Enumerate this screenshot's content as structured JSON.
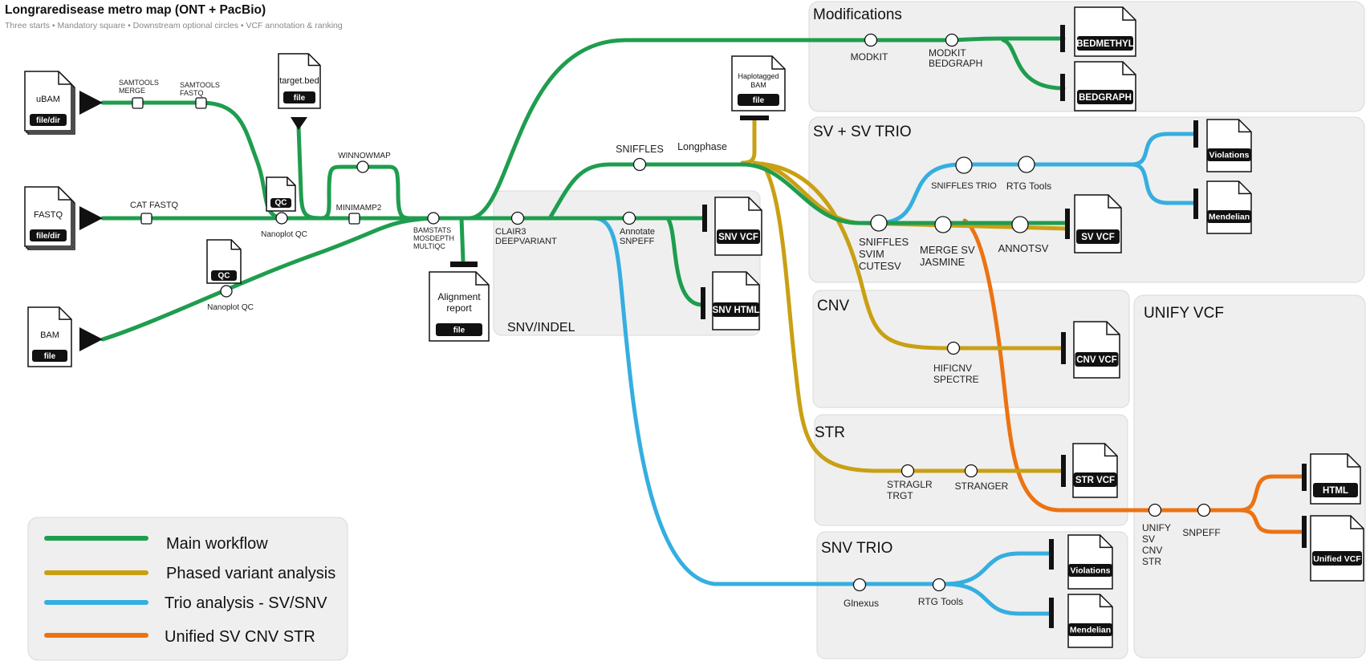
{
  "title": "Longraredisease metro map (ONT + PacBio)",
  "subtitle": "Three starts • Mandatory square  • Downstream optional circles • VCF annotation & ranking",
  "colors": {
    "main": "#1f9d4f",
    "phased": "#c9a014",
    "trio": "#35aee0",
    "unified": "#ec7312",
    "panel": "#efefef",
    "panel_border": "#d9d9d9"
  },
  "sections": {
    "modifications": "Modifications",
    "sv": "SV + SV TRIO",
    "snv_indel": "SNV/INDEL",
    "cnv": "CNV",
    "str": "STR",
    "snv_trio": "SNV TRIO",
    "unify_vcf": "UNIFY VCF"
  },
  "inputs": {
    "ubam": {
      "title": "uBAM",
      "tag": "file/dir"
    },
    "fastq": {
      "title": "FASTQ",
      "tag": "file/dir"
    },
    "bam": {
      "title": "BAM",
      "tag": "file"
    },
    "target_bed": {
      "title": "target.bed",
      "tag": "file"
    },
    "haplotagged": {
      "title": [
        "Haplotagged",
        "BAM"
      ],
      "tag": "file"
    }
  },
  "outputs": {
    "qc_fastq": "QC",
    "qc_bam": "QC",
    "alignment_report": {
      "title": [
        "Alignment",
        "report"
      ],
      "tag": "file"
    },
    "bedmethyl": "BEDMETHYL",
    "bedgraph": "BEDGRAPH",
    "snv_vcf": "SNV VCF",
    "snv_html": "SNV HTML",
    "sv_vcf": "SV VCF",
    "sv_violations": "Violations",
    "sv_mendelian": "Mendelian",
    "cnv_vcf": "CNV VCF",
    "str_vcf": "STR VCF",
    "snv_violations": "Violations",
    "snv_mendelian": "Mendelian",
    "html": "HTML",
    "unified_vcf": "Unified VCF"
  },
  "steps": {
    "samtools_merge": [
      "SAMTOOLS",
      "MERGE"
    ],
    "samtools_fastq": [
      "SAMTOOLS",
      "FASTQ"
    ],
    "cat_fastq": [
      "CAT FASTQ"
    ],
    "nanoplot_fastq": [
      "Nanoplot QC"
    ],
    "nanoplot_bam": [
      "Nanoplot QC"
    ],
    "winnowmap": [
      "WINNOWMAP"
    ],
    "minimap2": [
      "MINIMAMP2"
    ],
    "bamstats": [
      "BAMSTATS",
      "MOSDEPTH",
      "MULTIQC"
    ],
    "clair3": [
      "CLAIR3",
      "DEEPVARIANT"
    ],
    "annotate_snv": [
      "Annotate",
      "SNPEFF"
    ],
    "sniffles_top": [
      "SNIFFLES"
    ],
    "longphase": [
      "Longphase"
    ],
    "modkit": [
      "MODKIT"
    ],
    "modkit_bedgraph": [
      "MODKIT",
      "BEDGRAPH"
    ],
    "sniffles_sv": [
      "SNIFFLES",
      "SVIM",
      "CUTESV"
    ],
    "merge_sv": [
      "MERGE SV",
      "JASMINE"
    ],
    "annotsv": [
      "ANNOTSV"
    ],
    "sniffles_trio": [
      "SNIFFLES TRIO"
    ],
    "rtg_sv": [
      "RTG Tools"
    ],
    "hificnv": [
      "HIFICNV",
      "SPECTRE"
    ],
    "straglr": [
      "STRAGLR",
      "TRGT"
    ],
    "stranger": [
      "STRANGER"
    ],
    "glnexus": [
      "Glnexus"
    ],
    "rtg_snv": [
      "RTG Tools"
    ],
    "unify": [
      "UNIFY",
      "SV",
      "CNV",
      "STR"
    ],
    "snpeff_unify": [
      "SNPEFF"
    ]
  },
  "legend": [
    {
      "label": "Main workflow",
      "color": "#1f9d4f"
    },
    {
      "label": "Phased variant analysis",
      "color": "#c9a014"
    },
    {
      "label": "Trio analysis - SV/SNV",
      "color": "#35aee0"
    },
    {
      "label": "Unified SV CNV STR",
      "color": "#ec7312"
    }
  ]
}
